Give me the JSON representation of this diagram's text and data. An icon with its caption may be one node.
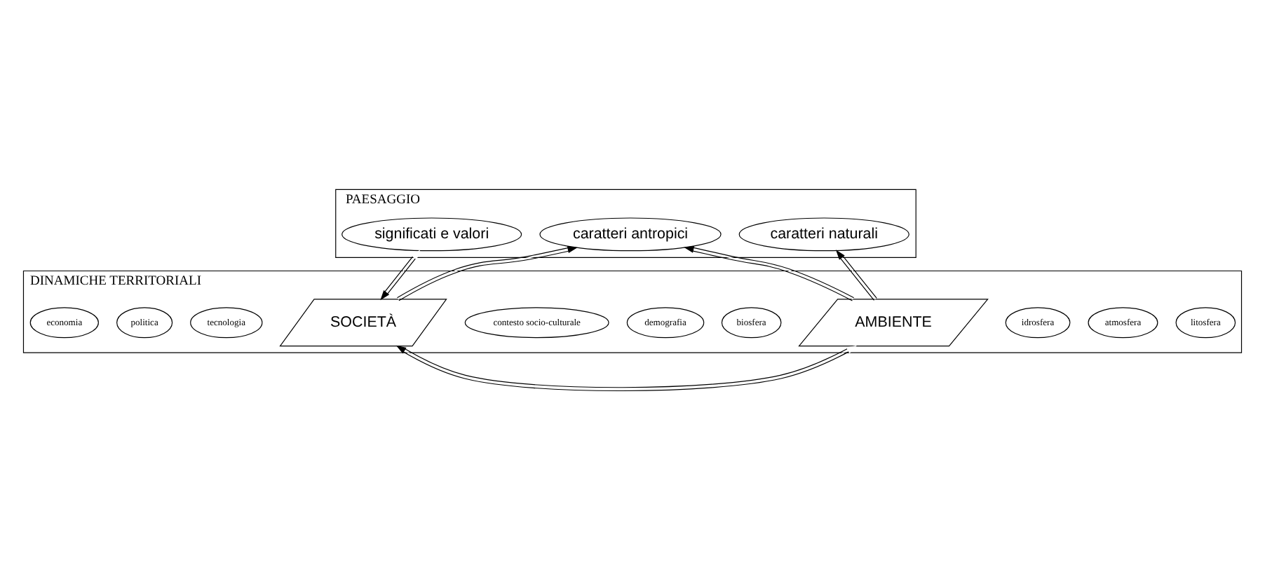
{
  "diagram": {
    "nodes": [
      {
        "text": [
          "PAESAGGIO"
        ]
      },
      {
        "text": [
          "caratteri antropici"
        ],
        "in": 0
      },
      {
        "text": [
          "caratteri naturali"
        ],
        "in": 0
      },
      {
        "text": [
          "significati e valori"
        ],
        "in": 0
      },
      {
        "text": [
          "DINAMICHE TERRITORIALI"
        ]
      },
      {
        "text": [
          "litosfera"
        ],
        "in": 4
      },
      {
        "text": [
          "atmosfera"
        ],
        "in": 4
      },
      {
        "text": [
          "idrosfera"
        ],
        "in": 4
      },
      {
        "text": [
          "AMBIENTE"
        ],
        "in": 4
      },
      {
        "text": [
          "biosfera"
        ],
        "in": 4
      },
      {
        "text": [
          "demografia"
        ],
        "in": 4
      },
      {
        "text": [
          "contesto socio-culturale"
        ],
        "in": 4
      },
      {
        "text": [
          "SOCIETÀ"
        ],
        "in": 4
      },
      {
        "text": [
          "tecnologia"
        ],
        "in": 4
      },
      {
        "text": [
          "politica"
        ],
        "in": 4
      },
      {
        "text": [
          "economia"
        ],
        "in": 4
      }
    ],
    "edges": [
      {
        "from": 8,
        "to": 2,
        "arrow": "to"
      },
      {
        "from": 8,
        "to": 1,
        "arrow": "to"
      },
      {
        "from": 12,
        "to": 1,
        "arrow": "to"
      },
      {
        "from": 3,
        "to": 12,
        "arrow": "both"
      },
      {
        "from": 8,
        "to": 12,
        "arrow": "both"
      }
    ]
  }
}
